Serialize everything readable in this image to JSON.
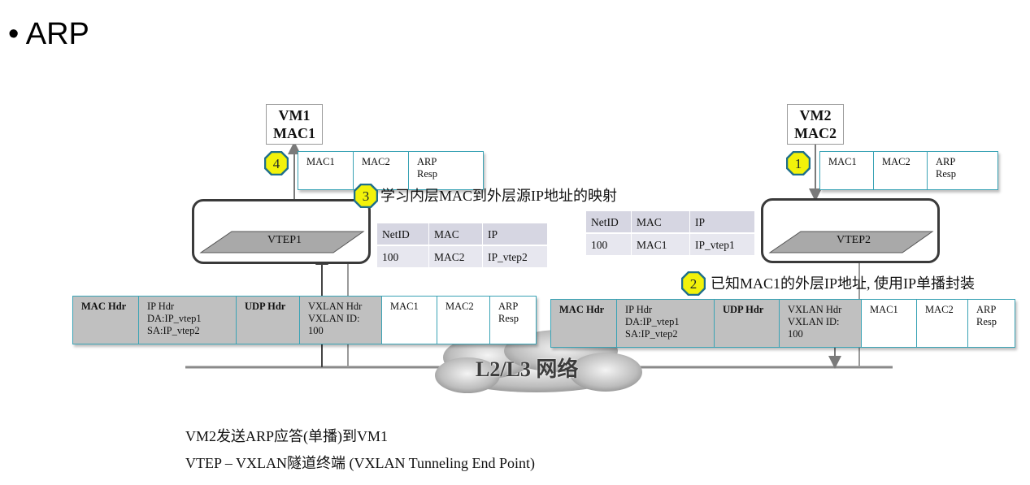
{
  "slide": {
    "title": "• ARP"
  },
  "vm1": {
    "name": "VM1",
    "mac": "MAC1"
  },
  "vm2": {
    "name": "VM2",
    "mac": "MAC2"
  },
  "inner_packet_left": [
    "MAC1",
    "MAC2",
    "ARP\nResp"
  ],
  "inner_packet_right": [
    "MAC1",
    "MAC2",
    "ARP\nResp"
  ],
  "vtep1": {
    "label": "VTEP1"
  },
  "vtep2": {
    "label": "VTEP2"
  },
  "table_left": {
    "headers": [
      "NetID",
      "MAC",
      "IP"
    ],
    "row": [
      "100",
      "MAC2",
      "IP_vtep2"
    ]
  },
  "table_right": {
    "headers": [
      "NetID",
      "MAC",
      "IP"
    ],
    "row": [
      "100",
      "MAC1",
      "IP_vtep1"
    ]
  },
  "outer_packet_left": [
    "MAC Hdr",
    "IP Hdr\nDA:IP_vtep1\nSA:IP_vtep2",
    "UDP Hdr",
    "VXLAN Hdr\nVXLAN ID:\n100",
    "MAC1",
    "MAC2",
    "ARP\nResp"
  ],
  "outer_packet_right": [
    "MAC Hdr",
    "IP Hdr\nDA:IP_vtep1\nSA:IP_vtep2",
    "UDP Hdr",
    "VXLAN Hdr\nVXLAN ID:\n100",
    "MAC1",
    "MAC2",
    "ARP\nResp"
  ],
  "steps": {
    "s1": {
      "num": "1"
    },
    "s2": {
      "num": "2",
      "text": "已知MAC1的外层IP地址, 使用IP单播封装"
    },
    "s3": {
      "num": "3",
      "text": "学习内层MAC到外层源IP地址的映射"
    },
    "s4": {
      "num": "4"
    }
  },
  "network": {
    "label": "L2/L3 网络"
  },
  "captions": {
    "line1": "VM2发送ARP应答(单播)到VM1",
    "line2": "VTEP – VXLAN隧道终端 (VXLAN Tunneling End Point)"
  },
  "colors": {
    "packet_border": "#3aa3b5",
    "header_fill": "#c0c0c0",
    "badge_fill": "#f2f20a",
    "badge_border": "#1f6f8b",
    "table_fill": "#e7e7ef"
  }
}
